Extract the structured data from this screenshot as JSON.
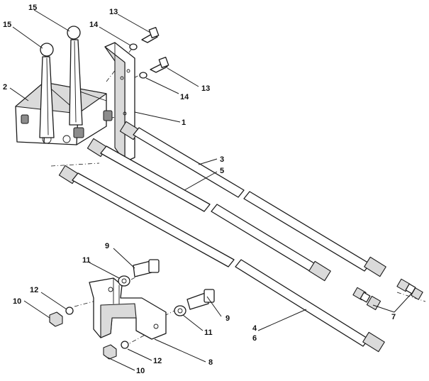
{
  "callouts": {
    "c1": "1",
    "c2": "2",
    "c3": "3",
    "c4": "4",
    "c5": "5",
    "c6": "6",
    "c7": "7",
    "c8": "8",
    "c9a": "9",
    "c9b": "9",
    "c10a": "10",
    "c10b": "10",
    "c11a": "11",
    "c11b": "11",
    "c12a": "12",
    "c12b": "12",
    "c13a": "13",
    "c13b": "13",
    "c14a": "14",
    "c14b": "14",
    "c15a": "15",
    "c15b": "15"
  }
}
